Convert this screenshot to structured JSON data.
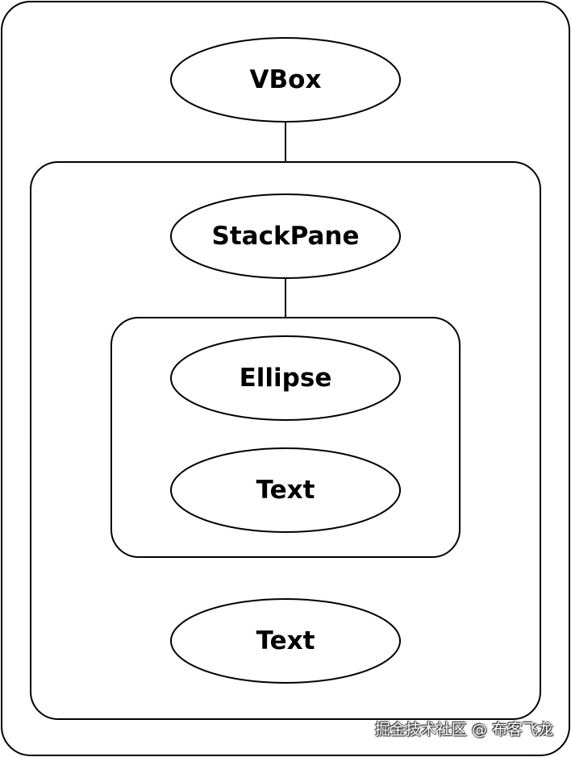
{
  "diagram": {
    "nodes": {
      "vbox": "VBox",
      "stackpane": "StackPane",
      "ellipse": "Ellipse",
      "stack_text": "Text",
      "vbox_text": "Text"
    }
  },
  "watermark": "掘金技术社区 @ 布客飞龙"
}
